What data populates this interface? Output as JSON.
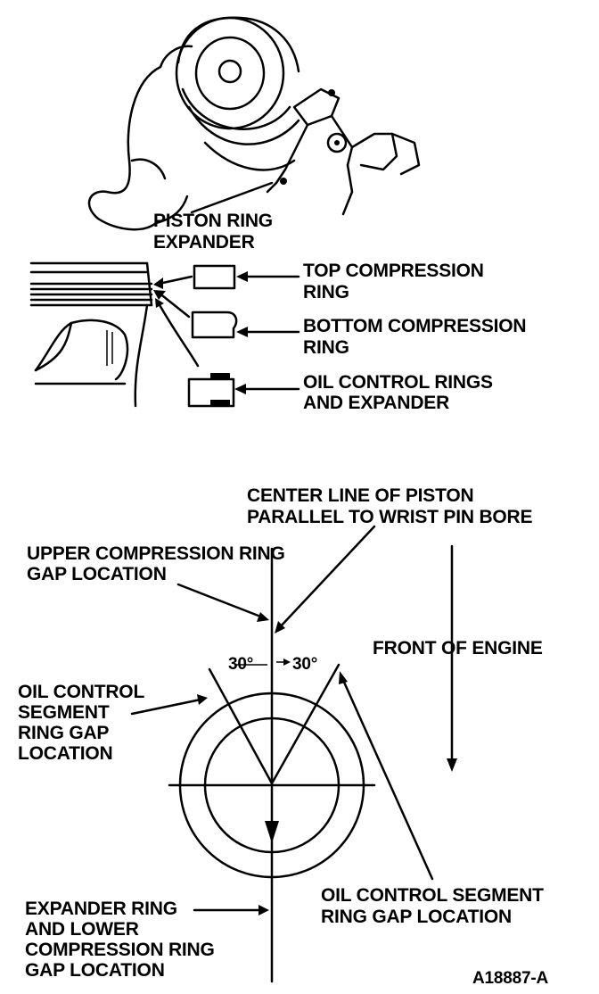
{
  "top_figure": {
    "label_piston_ring_expander": [
      "PISTON RING",
      "EXPANDER"
    ],
    "label_top_compression": [
      "TOP COMPRESSION",
      "RING"
    ],
    "label_bottom_compression": [
      "BOTTOM COMPRESSION",
      "RING"
    ],
    "label_oil_control": [
      "OIL CONTROL RINGS",
      "AND EXPANDER"
    ]
  },
  "bottom_figure": {
    "label_center_line": [
      "CENTER LINE OF PISTON",
      "PARALLEL TO WRIST PIN BORE"
    ],
    "label_upper_gap": [
      "UPPER COMPRESSION RING",
      "GAP LOCATION"
    ],
    "label_front": "FRONT OF ENGINE",
    "label_angle_left": "30°",
    "label_angle_right": "30°",
    "label_oil_segment_left": [
      "OIL CONTROL",
      "SEGMENT",
      "RING GAP",
      "LOCATION"
    ],
    "label_oil_segment_right": [
      "OIL CONTROL SEGMENT",
      "RING GAP LOCATION"
    ],
    "label_expander_lower": [
      "EXPANDER RING",
      "AND LOWER",
      "COMPRESSION RING",
      "GAP LOCATION"
    ]
  },
  "figure_id": "A18887-A"
}
